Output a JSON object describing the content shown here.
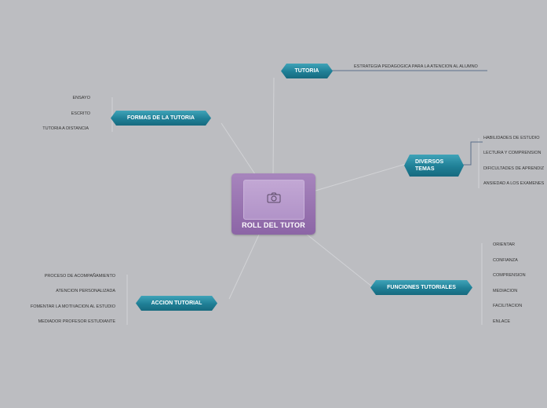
{
  "central": {
    "title": "ROLL DEL TUTOR",
    "icon": "camera-icon"
  },
  "branches": {
    "tutoria": {
      "label": "TUTORIA",
      "items": [
        "ESTRATEGIA PEDAGOGICA PARA LA ATENCION AL ALUMNO"
      ]
    },
    "formas": {
      "label": "FORMAS DE LA TUTORIA",
      "items": [
        "ENSAYO",
        "ESCRITO",
        "TUTORIA A DISTANCIA"
      ]
    },
    "diversos": {
      "label": "DIVERSOS TEMAS",
      "items": [
        "HABILIDADES DE ESTUDIO",
        "LECTURA Y COMPRENSION",
        "DIFICULTADES DE APRENDIZ",
        "ANSIEDAD  A LOS EXAMENES"
      ]
    },
    "funciones": {
      "label": "FUNCIONES TUTORIALES",
      "items": [
        "ORIENTAR",
        "CONFIANZA",
        "COMPRENSION",
        "MEDIACION",
        "FACILITACION",
        "ENLACE"
      ]
    },
    "accion": {
      "label": "ACCION TUTORIAL",
      "items": [
        "PROCESO DE ACOMPAÑAMIENTO",
        "ATENCION PERSONALIZADA",
        "FOMENTAR LA MOTIVACION AL ESTUDIO",
        "MEDIADOR PROFESOR ESTUDIANTE"
      ]
    }
  },
  "colors": {
    "background": "#bcbdc1",
    "central": "#9b77b3",
    "branch": "#1f7f96"
  }
}
